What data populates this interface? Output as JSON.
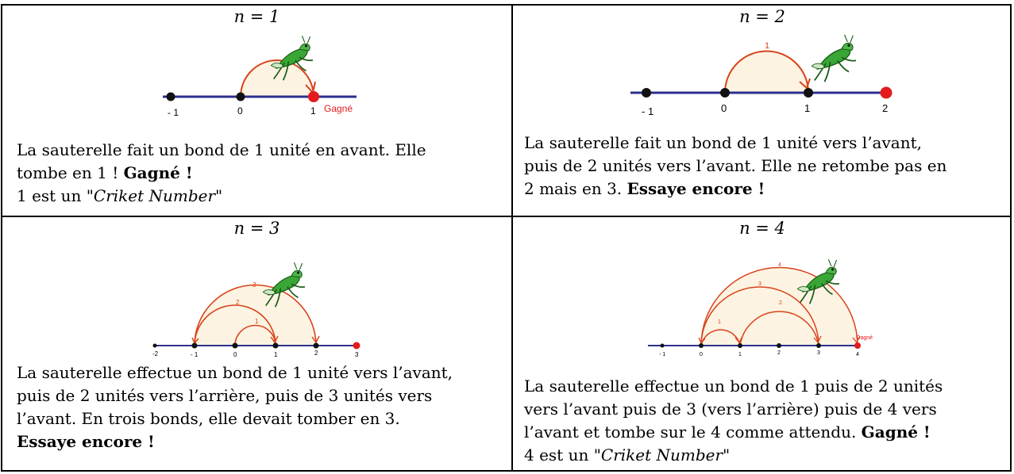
{
  "colors": {
    "axis": "#2c2f8e",
    "arc": "#d9431c",
    "fill": "#fdf3e2",
    "win": "#e31b1b",
    "point": "#111111",
    "cricket": "#2f9a2a"
  },
  "cells": [
    {
      "n": "1",
      "axis_labels": [
        "- 1",
        "0",
        "1"
      ],
      "win_label": "Gagné",
      "text_1": "La sauterelle fait un bond de 1 unité en avant. Elle",
      "text_2a": "tombe en 1 ! ",
      "text_2b": "Gagné !",
      "text_3a": "1 est un ",
      "text_3b": "\"Criket Number\""
    },
    {
      "n": "2",
      "arc_label": "1",
      "axis_labels": [
        "- 1",
        "0",
        "1",
        "2"
      ],
      "text_1": "La sauterelle fait un bond de 1 unité vers l’avant,",
      "text_2": "puis de 2 unités vers l’avant. Elle ne retombe pas en",
      "text_3a": "2 mais en 3. ",
      "text_3b": "Essaye encore !"
    },
    {
      "n": "3",
      "arc_labels": [
        "1",
        "2",
        "3"
      ],
      "axis_labels": [
        "-2",
        "- 1",
        "0",
        "1",
        "2",
        "3"
      ],
      "text_1": "La sauterelle effectue un bond de 1 unité vers l’avant,",
      "text_2": "puis de 2 unités vers l’arrière, puis de 3 unités vers",
      "text_3": "l’avant. En trois bonds, elle devait tomber en 3.",
      "text_4": "Essaye encore !"
    },
    {
      "n": "4",
      "arc_labels": [
        "1",
        "2",
        "3",
        "4"
      ],
      "axis_labels": [
        "- 1",
        "0",
        "1",
        "2",
        "3",
        "4"
      ],
      "win_label": "Gagné",
      "text_1": "La sauterelle effectue un bond de 1 puis de 2 unités",
      "text_2": "vers l’avant puis de 3 (vers l’arrière) puis de 4 vers",
      "text_3a": "l’avant et tombe sur le 4 comme attendu. ",
      "text_3b": "Gagné !",
      "text_4a": "4 est un ",
      "text_4b": "\"Criket Number\""
    }
  ]
}
